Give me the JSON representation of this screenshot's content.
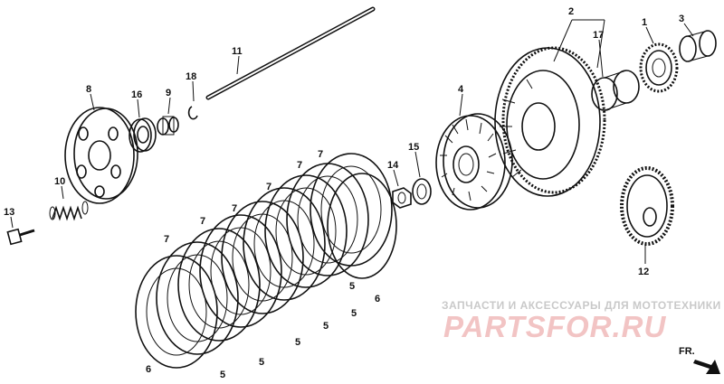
{
  "diagram": {
    "labels": [
      {
        "id": "p2",
        "text": "2"
      },
      {
        "id": "p1",
        "text": "1"
      },
      {
        "id": "p3",
        "text": "3"
      },
      {
        "id": "p17",
        "text": "17"
      },
      {
        "id": "p11",
        "text": "11"
      },
      {
        "id": "p8",
        "text": "8"
      },
      {
        "id": "p18",
        "text": "18"
      },
      {
        "id": "p16",
        "text": "16"
      },
      {
        "id": "p9",
        "text": "9"
      },
      {
        "id": "p4",
        "text": "4"
      },
      {
        "id": "p15",
        "text": "15"
      },
      {
        "id": "p14",
        "text": "14"
      },
      {
        "id": "p10",
        "text": "10"
      },
      {
        "id": "p13",
        "text": "13"
      },
      {
        "id": "p12",
        "text": "12"
      },
      {
        "id": "p7a",
        "text": "7"
      },
      {
        "id": "p7b",
        "text": "7"
      },
      {
        "id": "p7c",
        "text": "7"
      },
      {
        "id": "p7d",
        "text": "7"
      },
      {
        "id": "p7e",
        "text": "7"
      },
      {
        "id": "p7f",
        "text": "7"
      },
      {
        "id": "p7g",
        "text": "7"
      },
      {
        "id": "p6a",
        "text": "6"
      },
      {
        "id": "p6b",
        "text": "6"
      },
      {
        "id": "p5a",
        "text": "5"
      },
      {
        "id": "p5b",
        "text": "5"
      },
      {
        "id": "p5c",
        "text": "5"
      },
      {
        "id": "p5d",
        "text": "5"
      },
      {
        "id": "p5e",
        "text": "5"
      },
      {
        "id": "p5f",
        "text": "5"
      }
    ],
    "watermark_tagline": "ЗАПЧАСТИ И АКСЕССУАРЫ ДЛЯ МОТОТЕХНИКИ",
    "watermark_brand": "PARTSFOR.RU",
    "direction_label": "FR."
  },
  "colors": {
    "ink": "#111111",
    "watermark_gray": "#c9c9c9",
    "watermark_red": "#f2c4c4",
    "background": "#ffffff"
  }
}
